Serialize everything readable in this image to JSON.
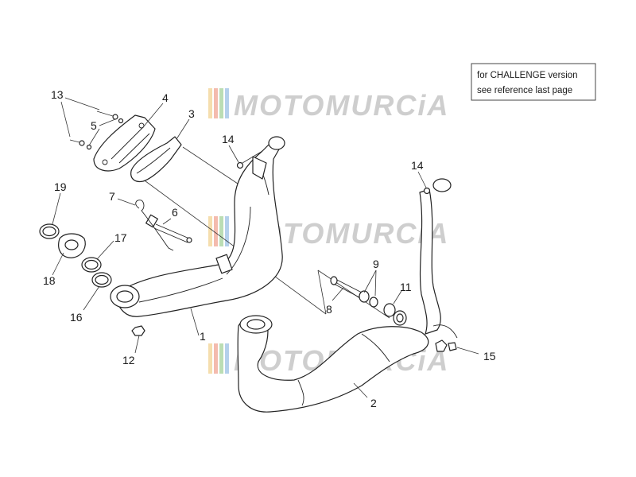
{
  "note": {
    "line1": "for CHALLENGE version",
    "line2": "see reference last page"
  },
  "watermark": "MOTOMURCiA",
  "watermark_stripe_colors": [
    "#f4d9a0",
    "#f3b0a0",
    "#b0d8a8",
    "#a8c8e8"
  ],
  "labels": {
    "p1": "1",
    "p2": "2",
    "p3": "3",
    "p4": "4",
    "p5": "5",
    "p6": "6",
    "p7": "7",
    "p8": "8",
    "p9": "9",
    "p11": "11",
    "p12": "12",
    "p13": "13",
    "p14a": "14",
    "p14b": "14",
    "p15": "15",
    "p16": "16",
    "p17": "17",
    "p18": "18",
    "p19": "19"
  }
}
